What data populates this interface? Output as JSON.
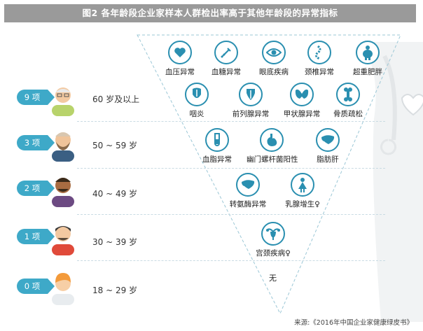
{
  "title": "图2  各年龄段企业家样本人群检出率高于其他年龄段的异常指标",
  "rows": [
    {
      "count": "9 项",
      "age": "60 岁及以上"
    },
    {
      "count": "3 项",
      "age": "50 ~ 59 岁"
    },
    {
      "count": "2 项",
      "age": "40 ~ 49 岁"
    },
    {
      "count": "1 项",
      "age": "30 ~ 39 岁"
    },
    {
      "count": "0 项",
      "age": "18 ~ 29 岁"
    }
  ],
  "indicators": {
    "r1": [
      "血压异常",
      "血糖异常",
      "眼底疾病",
      "颈椎异常",
      "超重肥胖"
    ],
    "r2": [
      "咽炎",
      "前列腺异常",
      "甲状腺异常",
      "骨质疏松"
    ],
    "r3": [
      "血脂异常",
      "幽门螺杆菌阳性",
      "脂肪肝"
    ],
    "r4": [
      "转氨酶异常",
      "乳腺增生♀"
    ],
    "r5": [
      "宫颈疾病♀"
    ]
  },
  "none_label": "无",
  "source": "来源:《2016年中国企业家健康绿皮书》",
  "colors": {
    "accent": "#3ea9c8",
    "icon_stroke": "#2a8fb0",
    "title_bg": "#9a9a9a"
  }
}
